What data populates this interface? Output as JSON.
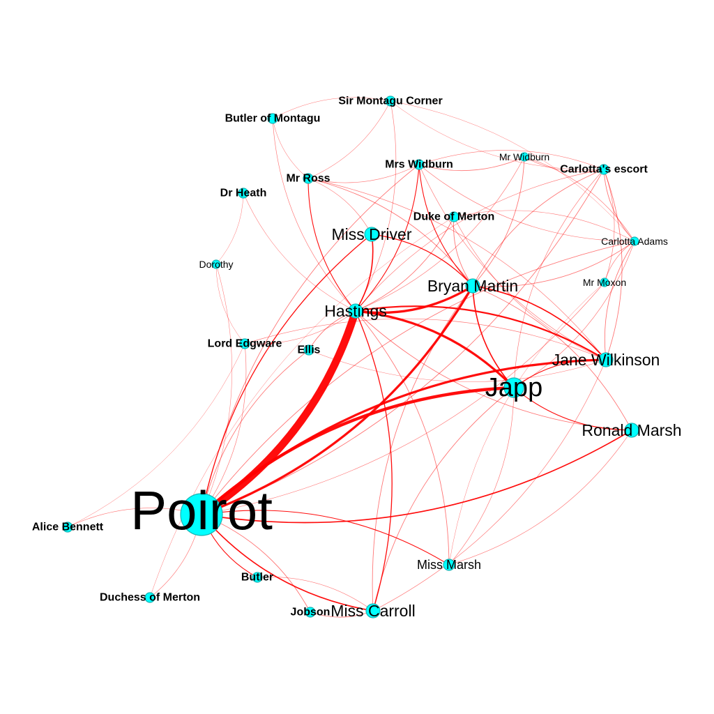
{
  "graph": {
    "nodes": [
      {
        "id": "poirot",
        "label": "Poirot",
        "weight": "xl"
      },
      {
        "id": "hastings",
        "label": "Hastings",
        "weight": "l"
      },
      {
        "id": "japp",
        "label": "Japp",
        "weight": "xl2"
      },
      {
        "id": "bryan",
        "label": "Bryan Martin",
        "weight": "l"
      },
      {
        "id": "jane",
        "label": "Jane Wilkinson",
        "weight": "l"
      },
      {
        "id": "ronald",
        "label": "Ronald Marsh",
        "weight": "l"
      },
      {
        "id": "missdriver",
        "label": "Miss Driver",
        "weight": "l"
      },
      {
        "id": "misscarroll",
        "label": "Miss Carroll",
        "weight": "l"
      },
      {
        "id": "missmarsh",
        "label": "Miss Marsh",
        "weight": "m2"
      },
      {
        "id": "mrsw",
        "label": "Mrs Widburn",
        "weight": "m"
      },
      {
        "id": "mrw",
        "label": "Mr Widburn",
        "weight": "s"
      },
      {
        "id": "escort",
        "label": "Carlotta's escort",
        "weight": "m"
      },
      {
        "id": "carlotta",
        "label": "Carlotta Adams",
        "weight": "s"
      },
      {
        "id": "moxon",
        "label": "Mr Moxon",
        "weight": "s"
      },
      {
        "id": "duke",
        "label": "Duke of Merton",
        "weight": "m"
      },
      {
        "id": "ross",
        "label": "Mr Ross",
        "weight": "m"
      },
      {
        "id": "sirmontagu",
        "label": "Sir Montagu Corner",
        "weight": "m"
      },
      {
        "id": "butlerm",
        "label": "Butler of Montagu",
        "weight": "m"
      },
      {
        "id": "drheath",
        "label": "Dr Heath",
        "weight": "m"
      },
      {
        "id": "dorothy",
        "label": "Dorothy",
        "weight": "s"
      },
      {
        "id": "edgware",
        "label": "Lord Edgware",
        "weight": "m"
      },
      {
        "id": "ellis",
        "label": "Ellis",
        "weight": "m"
      },
      {
        "id": "alice",
        "label": "Alice Bennett",
        "weight": "m"
      },
      {
        "id": "duchess",
        "label": "Duchess of Merton",
        "weight": "m"
      },
      {
        "id": "butler",
        "label": "Butler",
        "weight": "m"
      },
      {
        "id": "jobson",
        "label": "Jobson",
        "weight": "m"
      }
    ],
    "edges": [
      {
        "source": "poirot",
        "target": "hastings",
        "weight": 10
      },
      {
        "source": "poirot",
        "target": "japp",
        "weight": 4
      },
      {
        "source": "poirot",
        "target": "bryan",
        "weight": 3
      },
      {
        "source": "poirot",
        "target": "jane",
        "weight": 3
      },
      {
        "source": "poirot",
        "target": "ronald",
        "weight": 1.5
      },
      {
        "source": "poirot",
        "target": "missdriver",
        "weight": 1.2
      },
      {
        "source": "poirot",
        "target": "misscarroll",
        "weight": 1.5
      },
      {
        "source": "poirot",
        "target": "missmarsh",
        "weight": 1
      },
      {
        "source": "poirot",
        "target": "butler",
        "weight": 1
      },
      {
        "source": "poirot",
        "target": "jobson",
        "weight": 0.8
      },
      {
        "source": "poirot",
        "target": "alice",
        "weight": 0.6
      },
      {
        "source": "poirot",
        "target": "duchess",
        "weight": 0.6
      },
      {
        "source": "poirot",
        "target": "edgware",
        "weight": 0.6
      },
      {
        "source": "poirot",
        "target": "ellis",
        "weight": 0.8
      },
      {
        "source": "poirot",
        "target": "dorothy",
        "weight": 0.5
      },
      {
        "source": "poirot",
        "target": "carlotta",
        "weight": 0.8
      },
      {
        "source": "poirot",
        "target": "escort",
        "weight": 0.8
      },
      {
        "source": "poirot",
        "target": "mrsw",
        "weight": 0.8
      },
      {
        "source": "poirot",
        "target": "moxon",
        "weight": 0.6
      },
      {
        "source": "hastings",
        "target": "japp",
        "weight": 3
      },
      {
        "source": "hastings",
        "target": "bryan",
        "weight": 3
      },
      {
        "source": "hastings",
        "target": "jane",
        "weight": 2
      },
      {
        "source": "hastings",
        "target": "missdriver",
        "weight": 1.5
      },
      {
        "source": "hastings",
        "target": "misscarroll",
        "weight": 1.2
      },
      {
        "source": "hastings",
        "target": "mrsw",
        "weight": 1
      },
      {
        "source": "hastings",
        "target": "ross",
        "weight": 1
      },
      {
        "source": "hastings",
        "target": "duke",
        "weight": 0.8
      },
      {
        "source": "hastings",
        "target": "edgware",
        "weight": 0.6
      },
      {
        "source": "hastings",
        "target": "ellis",
        "weight": 0.8
      },
      {
        "source": "hastings",
        "target": "missmarsh",
        "weight": 0.8
      },
      {
        "source": "hastings",
        "target": "ronald",
        "weight": 0.8
      },
      {
        "source": "hastings",
        "target": "butlerm",
        "weight": 0.6
      },
      {
        "source": "hastings",
        "target": "sirmontagu",
        "weight": 0.6
      },
      {
        "source": "hastings",
        "target": "drheath",
        "weight": 0.5
      },
      {
        "source": "hastings",
        "target": "mrw",
        "weight": 0.6
      },
      {
        "source": "hastings",
        "target": "escort",
        "weight": 0.6
      },
      {
        "source": "bryan",
        "target": "japp",
        "weight": 1.5
      },
      {
        "source": "bryan",
        "target": "jane",
        "weight": 1.5
      },
      {
        "source": "bryan",
        "target": "missdriver",
        "weight": 1.2
      },
      {
        "source": "bryan",
        "target": "mrsw",
        "weight": 1
      },
      {
        "source": "bryan",
        "target": "mrw",
        "weight": 0.8
      },
      {
        "source": "bryan",
        "target": "escort",
        "weight": 0.8
      },
      {
        "source": "bryan",
        "target": "carlotta",
        "weight": 0.8
      },
      {
        "source": "bryan",
        "target": "duke",
        "weight": 0.8
      },
      {
        "source": "bryan",
        "target": "ross",
        "weight": 0.8
      },
      {
        "source": "bryan",
        "target": "ronald",
        "weight": 0.8
      },
      {
        "source": "bryan",
        "target": "misscarroll",
        "weight": 0.8
      },
      {
        "source": "japp",
        "target": "jane",
        "weight": 1
      },
      {
        "source": "japp",
        "target": "ronald",
        "weight": 1
      },
      {
        "source": "japp",
        "target": "missmarsh",
        "weight": 0.6
      },
      {
        "source": "japp",
        "target": "misscarroll",
        "weight": 0.8
      },
      {
        "source": "japp",
        "target": "escort",
        "weight": 0.6
      },
      {
        "source": "japp",
        "target": "carlotta",
        "weight": 0.6
      },
      {
        "source": "jane",
        "target": "carlotta",
        "weight": 0.8
      },
      {
        "source": "jane",
        "target": "escort",
        "weight": 0.8
      },
      {
        "source": "jane",
        "target": "mrsw",
        "weight": 0.6
      },
      {
        "source": "jane",
        "target": "ross",
        "weight": 0.6
      },
      {
        "source": "jane",
        "target": "duke",
        "weight": 0.6
      },
      {
        "source": "mrsw",
        "target": "mrw",
        "weight": 0.8
      },
      {
        "source": "mrsw",
        "target": "escort",
        "weight": 0.6
      },
      {
        "source": "mrsw",
        "target": "carlotta",
        "weight": 0.6
      },
      {
        "source": "mrsw",
        "target": "ross",
        "weight": 0.6
      },
      {
        "source": "mrw",
        "target": "escort",
        "weight": 0.6
      },
      {
        "source": "mrw",
        "target": "carlotta",
        "weight": 0.6
      },
      {
        "source": "escort",
        "target": "carlotta",
        "weight": 0.8
      },
      {
        "source": "escort",
        "target": "moxon",
        "weight": 0.6
      },
      {
        "source": "carlotta",
        "target": "moxon",
        "weight": 0.6
      },
      {
        "source": "ross",
        "target": "butlerm",
        "weight": 0.5
      },
      {
        "source": "ross",
        "target": "sirmontagu",
        "weight": 0.5
      },
      {
        "source": "ross",
        "target": "missdriver",
        "weight": 0.6
      },
      {
        "source": "sirmontagu",
        "target": "butlerm",
        "weight": 0.5
      },
      {
        "source": "sirmontagu",
        "target": "carlotta",
        "weight": 0.4
      },
      {
        "source": "sirmontagu",
        "target": "escort",
        "weight": 0.4
      },
      {
        "source": "drheath",
        "target": "dorothy",
        "weight": 0.4
      },
      {
        "source": "dorothy",
        "target": "edgware",
        "weight": 0.4
      },
      {
        "source": "edgware",
        "target": "jane",
        "weight": 0.6
      },
      {
        "source": "ellis",
        "target": "jane",
        "weight": 0.5
      },
      {
        "source": "misscarroll",
        "target": "jobson",
        "weight": 0.8
      },
      {
        "source": "misscarroll",
        "target": "jane",
        "weight": 0.6
      },
      {
        "source": "butler",
        "target": "misscarroll",
        "weight": 0.6
      },
      {
        "source": "alice",
        "target": "edgware",
        "weight": 0.4
      },
      {
        "source": "duchess",
        "target": "duke",
        "weight": 0.4
      },
      {
        "source": "missmarsh",
        "target": "ronald",
        "weight": 0.6
      },
      {
        "source": "duke",
        "target": "carlotta",
        "weight": 0.5
      },
      {
        "source": "moxon",
        "target": "missmarsh",
        "weight": 0.4
      }
    ]
  }
}
